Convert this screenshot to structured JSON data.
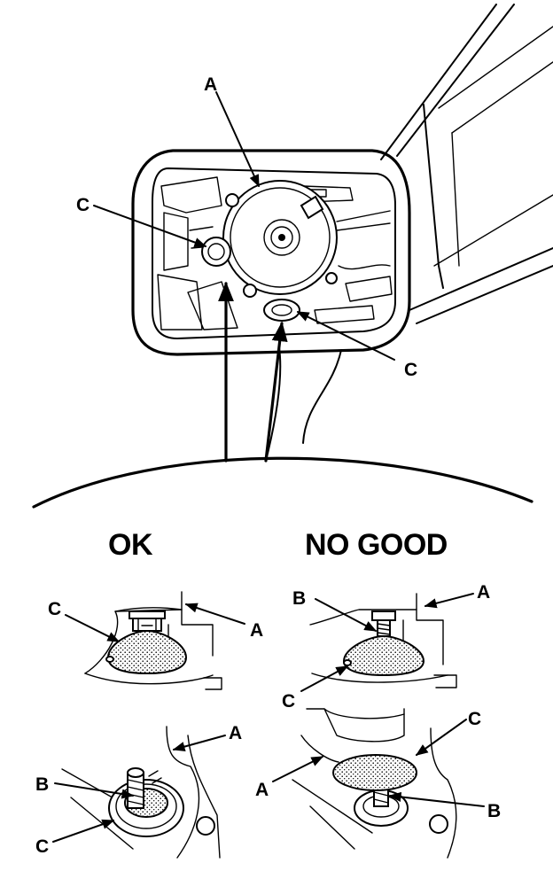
{
  "labels": {
    "top_a": "A",
    "top_c_left": "C",
    "top_c_right": "C",
    "ok": "OK",
    "no_good": "NO GOOD",
    "ok_upper_c": "C",
    "ok_upper_a": "A",
    "ok_lower_a": "A",
    "ok_lower_b": "B",
    "ok_lower_c": "C",
    "ng_upper_b": "B",
    "ng_upper_a": "A",
    "ng_upper_c": "C",
    "ng_lower_c": "C",
    "ng_lower_a": "A",
    "ng_lower_b": "B"
  }
}
